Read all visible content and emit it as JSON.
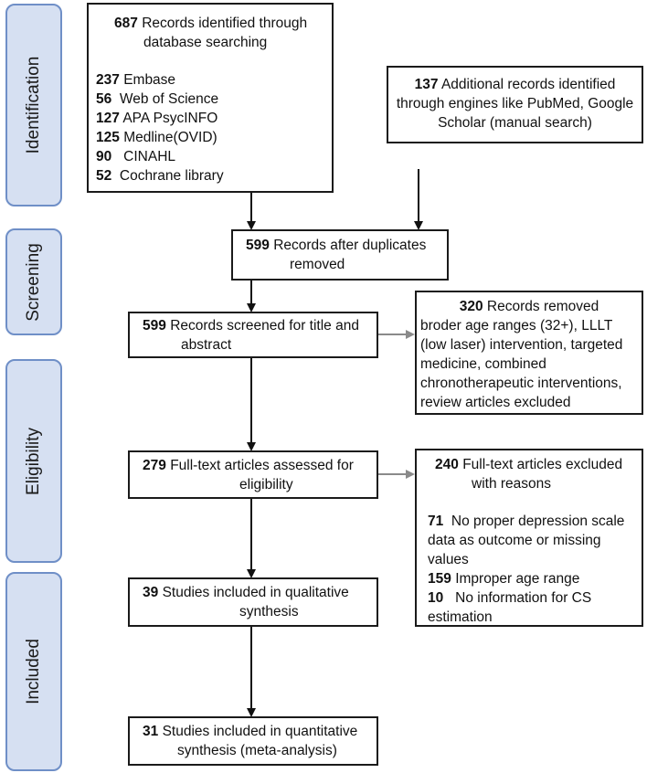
{
  "phases": {
    "identification": "Identification",
    "screening": "Screening",
    "eligibility": "Eligibility",
    "included": "Included"
  },
  "boxes": {
    "identified": {
      "count": "687",
      "line1": "Records identified through",
      "line2": "database searching",
      "sources": [
        {
          "count": "237",
          "label": "Embase"
        },
        {
          "count": "56",
          "label": "Web of Science"
        },
        {
          "count": "127",
          "label": "APA PsycINFO"
        },
        {
          "count": "125",
          "label": "Medline(OVID)"
        },
        {
          "count": "90",
          "label": "CINAHL"
        },
        {
          "count": "52",
          "label": "Cochrane library"
        }
      ]
    },
    "additional": {
      "count": "137",
      "line1": "Additional records identified",
      "line2": "through engines like PubMed, Google",
      "line3": "Scholar (manual search)"
    },
    "dedup": {
      "count": "599",
      "line1": "Records after duplicates",
      "line2": "removed"
    },
    "screened": {
      "count": "599",
      "line1": "Records screened for title and",
      "line2": "abstract"
    },
    "removed": {
      "count": "320",
      "line1": "Records removed",
      "lines": [
        "broder age ranges (32+), LLLT",
        "(low laser) intervention, targeted",
        "medicine, combined",
        "chronotherapeutic interventions,",
        "review articles excluded"
      ]
    },
    "fulltext": {
      "count": "279",
      "line1": "Full-text articles assessed for",
      "line2": "eligibility"
    },
    "excluded": {
      "count": "240",
      "line1": "Full-text articles excluded",
      "line2": "with reasons",
      "reasons": [
        {
          "count": "71",
          "line1": "No proper depression scale",
          "line2": "data as outcome or missing",
          "line3": "values"
        },
        {
          "count": "159",
          "line1": "Improper age range"
        },
        {
          "count": "10",
          "line1": "No information for CS",
          "line2": "estimation"
        }
      ]
    },
    "qualitative": {
      "count": "39",
      "line1": "Studies included in qualitative",
      "line2": "synthesis"
    },
    "quantitative": {
      "count": "31",
      "line1": "Studies included in quantitative",
      "line2": "synthesis (meta-analysis)"
    }
  }
}
